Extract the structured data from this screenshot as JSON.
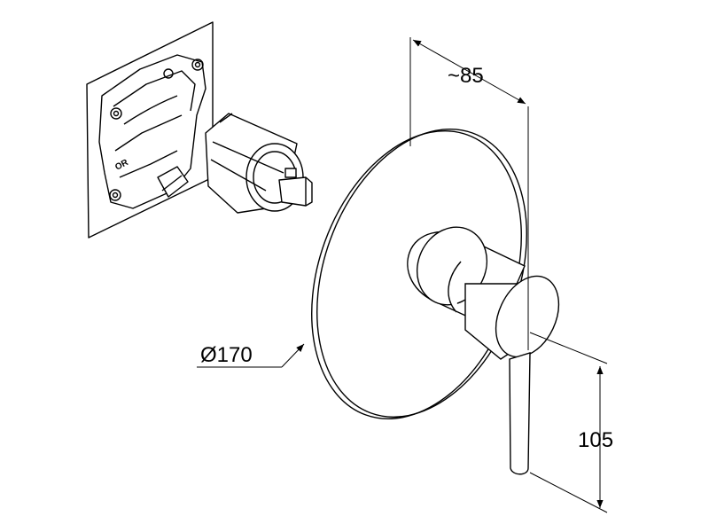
{
  "dimensions": {
    "depth_label": "~85",
    "diameter_label": "Ø170",
    "lever_height_label": "105"
  },
  "valve_marking": "OR",
  "colors": {
    "line": "#000000",
    "background": "#ffffff"
  }
}
